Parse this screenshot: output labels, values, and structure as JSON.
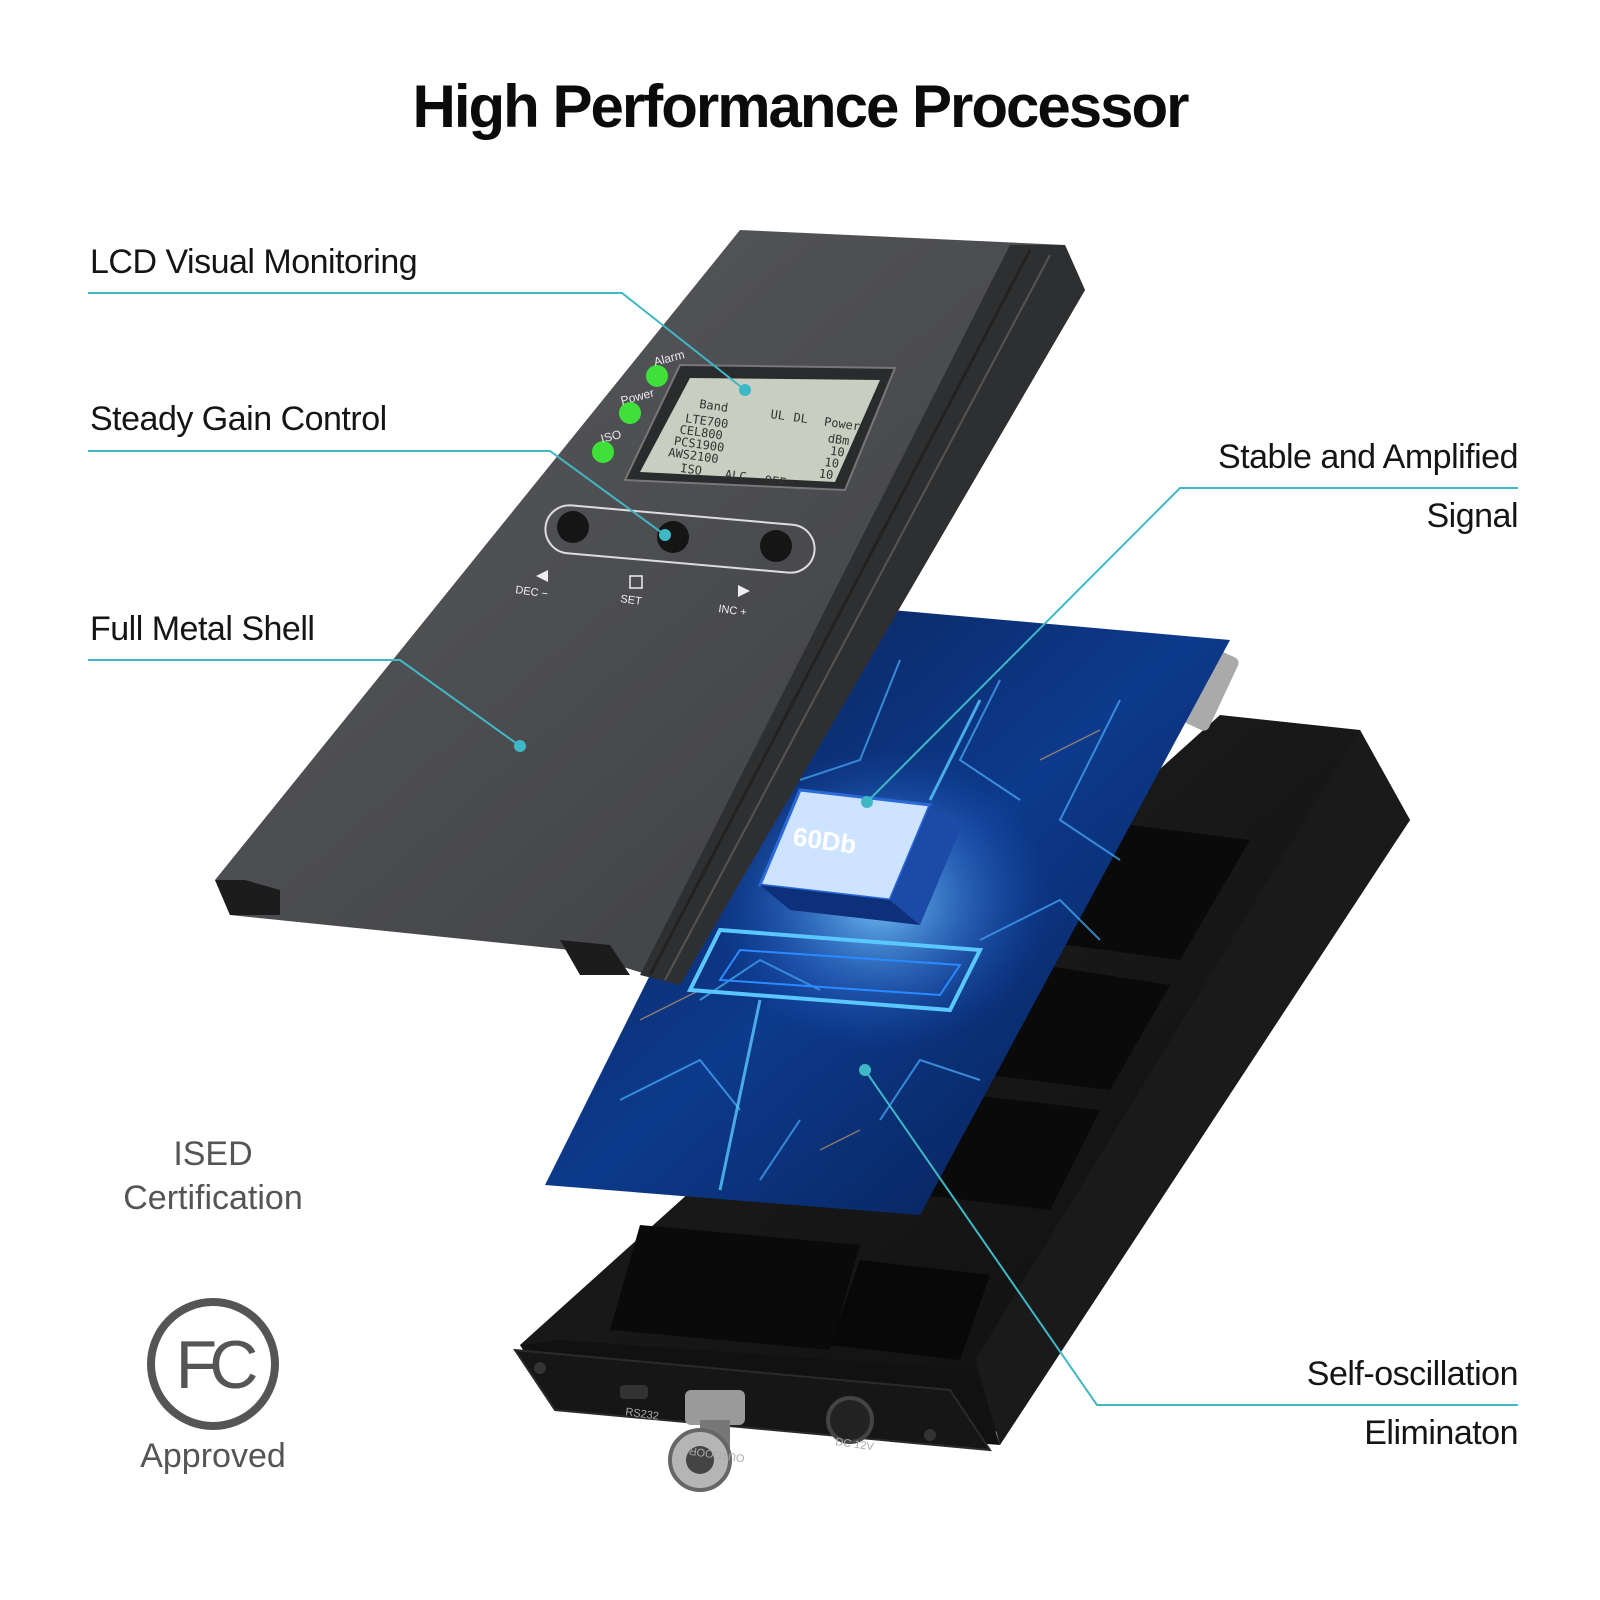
{
  "title": "High Performance Processor",
  "callouts": {
    "lcd": "LCD Visual Monitoring",
    "gain": "Steady Gain Control",
    "shell": "Full Metal Shell",
    "signal_line1": "Stable and Amplified",
    "signal_line2": "Signal",
    "osc_line1": "Self-oscillation",
    "osc_line2": "Eliminaton"
  },
  "certification": {
    "ised_line1": "ISED",
    "ised_line2": "Certification",
    "fcc_logo": "FC",
    "fcc_caption": "Approved"
  },
  "device": {
    "led_labels": [
      "Alarm",
      "Power",
      "ISO"
    ],
    "lcd_header": [
      "Band",
      "UL",
      "DL",
      "Power"
    ],
    "lcd_rows": [
      [
        "LTE700",
        "dBm"
      ],
      [
        "CEL800",
        "10"
      ],
      [
        "PCS1900",
        "10"
      ],
      [
        "AWS2100",
        "10"
      ]
    ],
    "lcd_footer": [
      "ISO",
      "ALC",
      "OFF"
    ],
    "button_labels": [
      "DEC −",
      "SET",
      "INC +"
    ],
    "chip_label": "60Db",
    "port_labels": [
      "RS232",
      "OUTDOOR",
      "DC 12V"
    ]
  },
  "colors": {
    "accent_line": "#3fb8c6",
    "shell": "#4a4b4d",
    "board": "#0b2b6e",
    "glow": "#3aa8ff"
  }
}
